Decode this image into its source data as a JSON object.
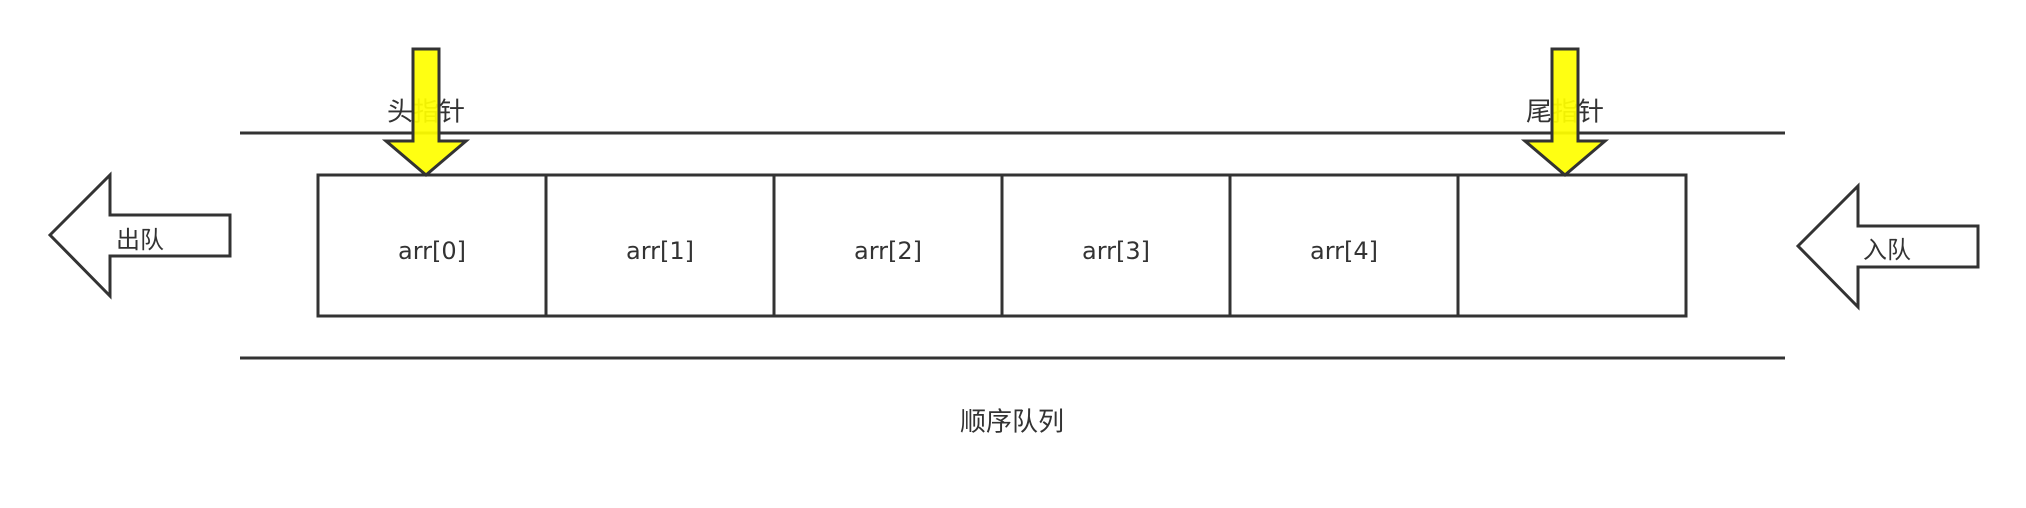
{
  "diagram": {
    "title": "顺序队列",
    "cells": [
      "arr[0]",
      "arr[1]",
      "arr[2]",
      "arr[3]",
      "arr[4]",
      ""
    ],
    "head_pointer_label": "头指针",
    "tail_pointer_label": "尾指针",
    "dequeue_label": "出队",
    "enqueue_label": "入队",
    "colors": {
      "stroke": "#333333",
      "pointer_fill": "#ffff00",
      "background": "#ffffff"
    }
  }
}
